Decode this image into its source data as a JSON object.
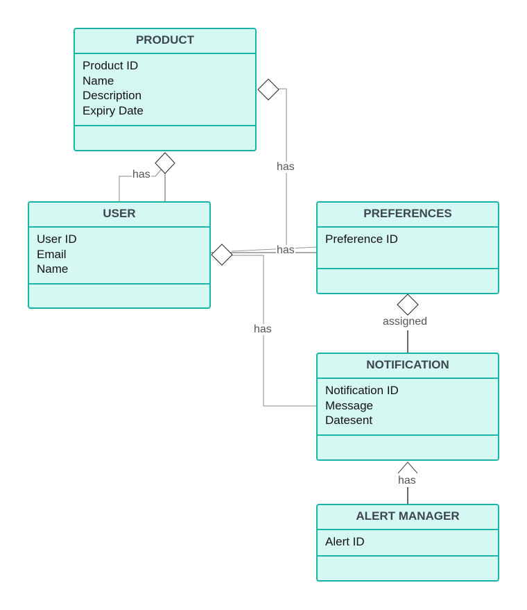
{
  "entities": {
    "product": {
      "title": "PRODUCT",
      "attributes": [
        "Product ID",
        "Name",
        "Description",
        "Expiry Date"
      ]
    },
    "user": {
      "title": "USER",
      "attributes": [
        "User ID",
        "Email",
        "Name"
      ]
    },
    "preferences": {
      "title": "PREFERENCES",
      "attributes": [
        "Preference ID"
      ]
    },
    "notification": {
      "title": "NOTIFICATION",
      "attributes": [
        "Notification ID",
        "Message",
        "Datesent"
      ]
    },
    "alert_manager": {
      "title": "ALERT MANAGER",
      "attributes": [
        "Alert ID"
      ]
    }
  },
  "relationships": {
    "user_product": "has",
    "product_preferences": "has",
    "user_preferences": "has",
    "user_notification": "has",
    "preferences_notification": "assigned",
    "notification_alert_manager": "has"
  },
  "colors": {
    "entity_border": "#17b3a4",
    "entity_fill": "#d6f8f3",
    "title_text": "#3d4650",
    "connector": "#888888",
    "connector_dark": "#333333"
  }
}
